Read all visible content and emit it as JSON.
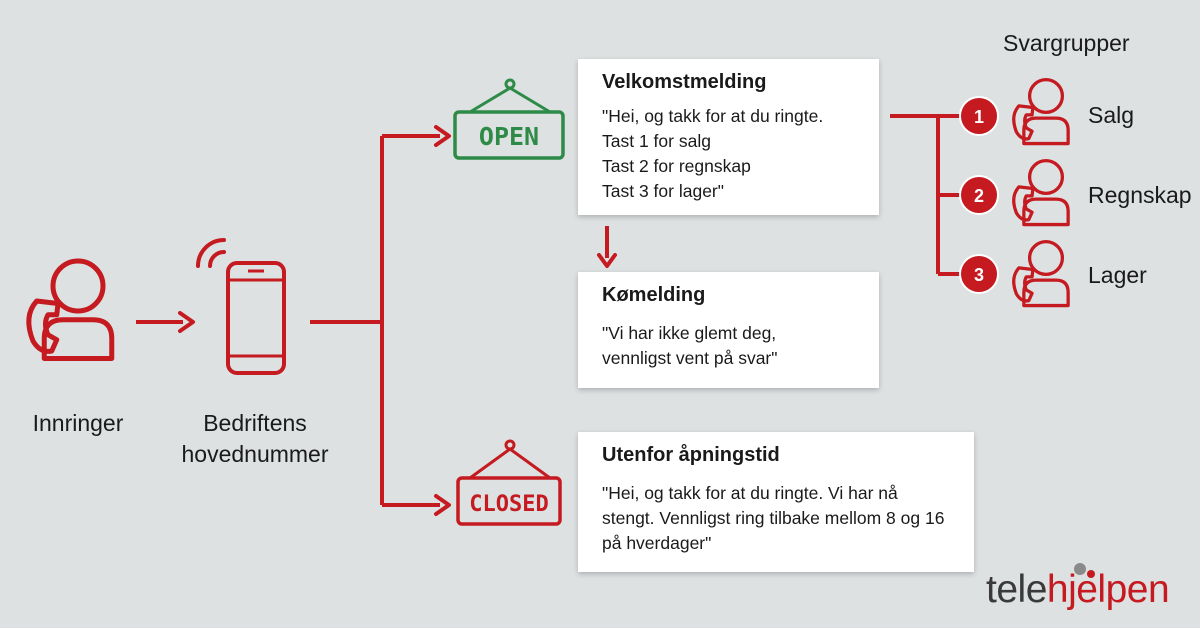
{
  "caller": {
    "label": "Innringer"
  },
  "company_number": {
    "label_line1": "Bedriftens",
    "label_line2": "hovednummer"
  },
  "signs": {
    "open": "OPEN",
    "closed": "CLOSED"
  },
  "welcome": {
    "title": "Velkomstmelding",
    "lines": [
      "\"Hei, og takk for at du ringte.",
      "Tast 1 for salg",
      "Tast 2 for regnskap",
      "Tast 3 for lager\""
    ]
  },
  "queue": {
    "title": "Kømelding",
    "lines": [
      "\"Vi har ikke glemt deg,",
      "vennligst vent på svar\""
    ]
  },
  "closed_msg": {
    "title": "Utenfor åpningstid",
    "lines": [
      "\"Hei, og takk for at du ringte. Vi har nå",
      "stengt. Vennligst ring tilbake mellom 8 og 16",
      "på hverdager\""
    ]
  },
  "groups": {
    "title": "Svargrupper",
    "items": [
      {
        "number": "1",
        "name": "Salg"
      },
      {
        "number": "2",
        "name": "Regnskap"
      },
      {
        "number": "3",
        "name": "Lager"
      }
    ]
  },
  "logo": {
    "part1": "tele",
    "part2": "hjelpen"
  },
  "colors": {
    "red": "#c41a20",
    "green": "#2e8b47",
    "background": "#dde1e2"
  }
}
